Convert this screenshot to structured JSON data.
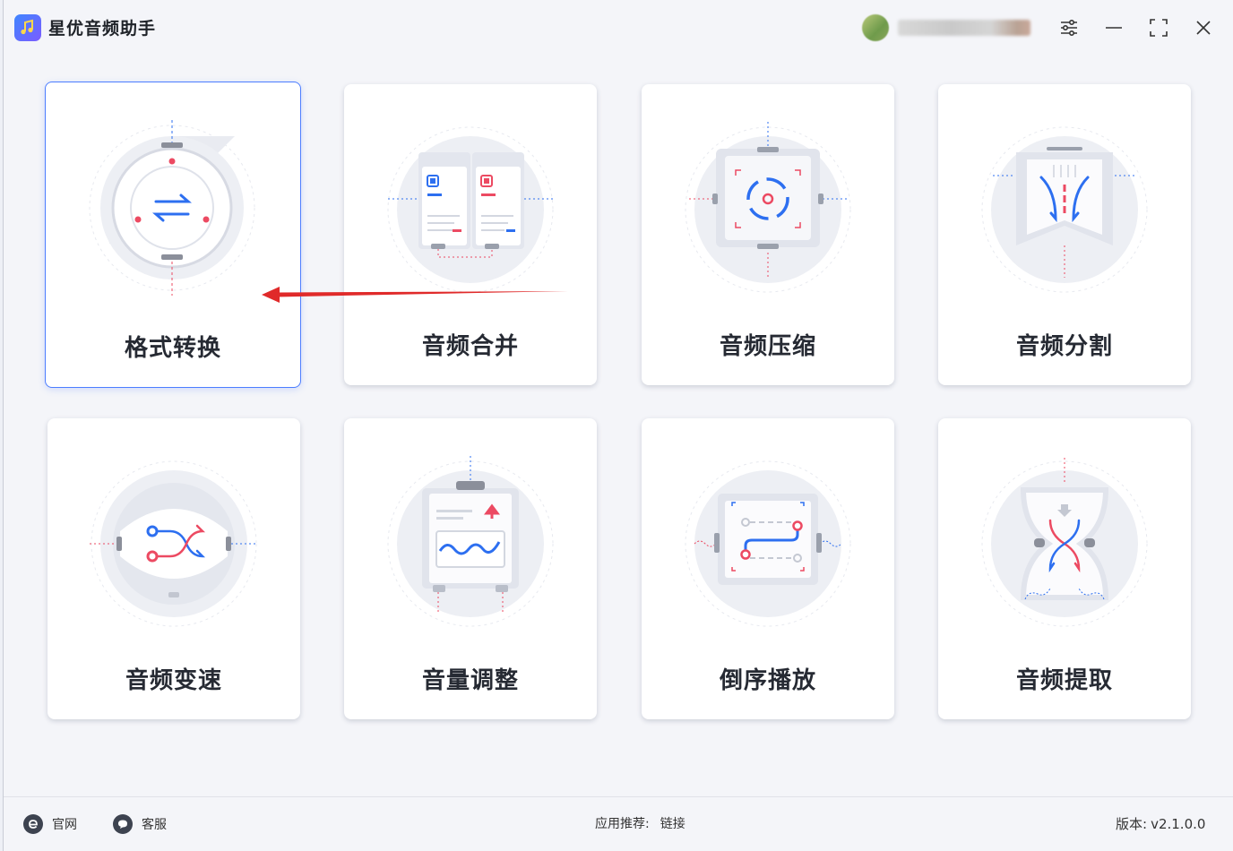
{
  "app": {
    "title": "星优音频助手"
  },
  "cards": [
    {
      "label": "格式转换"
    },
    {
      "label": "音频合并"
    },
    {
      "label": "音频压缩"
    },
    {
      "label": "音频分割"
    },
    {
      "label": "音频变速"
    },
    {
      "label": "音量调整"
    },
    {
      "label": "倒序播放"
    },
    {
      "label": "音频提取"
    }
  ],
  "footer": {
    "website_label": "官网",
    "service_label": "客服",
    "recommend_label": "应用推荐:",
    "recommend_link": "链接",
    "version_label": "版本:",
    "version_value": "v2.1.0.0"
  },
  "colors": {
    "accent": "#4c7dff",
    "arrow": "#e02a2a",
    "blue_stroke": "#2d6ff0",
    "red_stroke": "#ec4a62"
  },
  "icons": {
    "window": [
      "settings-sliders-icon",
      "minimize-icon",
      "maximize-icon",
      "close-icon"
    ],
    "footer": [
      "browser-e-icon",
      "chat-bubble-icon"
    ]
  }
}
